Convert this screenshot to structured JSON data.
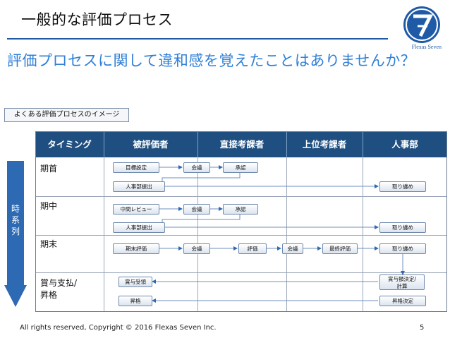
{
  "slide": {
    "title": "一般的な評価プロセス",
    "subtitle": "評価プロセスに関して違和感を覚えたことはありませんか？",
    "tag": "よくある評価プロセスのイメージ",
    "time_label": "時系列",
    "logo_text": "Flexas Seven",
    "footer": "All rights reserved, Copyright © 2016 Flexas Seven Inc.",
    "page_number": "5"
  },
  "table": {
    "headers": [
      "タイミング",
      "被評価者",
      "直接考課者",
      "上位考課者",
      "人事部"
    ],
    "phases": [
      "期首",
      "期中",
      "期末",
      "賞与支払/\n昇格"
    ],
    "boxes": {
      "start_goal": "目標設定",
      "start_meeting": "会議",
      "start_approve": "承認",
      "start_submit": "人事部提出",
      "start_receive": "取り纏め",
      "mid_review": "中間レビュー",
      "mid_meeting": "会議",
      "mid_approve": "承認",
      "mid_submit": "人事部提出",
      "mid_receive": "取り纏め",
      "end_eval": "期末評価",
      "end_meeting": "会議",
      "end_rating": "評価",
      "end_meeting2": "会議",
      "end_final": "最終評価",
      "end_receive": "取り纏め",
      "bonus_receive": "賞与受領",
      "bonus_decide": "賞与額決定/\n計算",
      "promo": "昇格",
      "promo_decide": "昇格決定"
    }
  },
  "colors": {
    "header_bg": "#1f4f80",
    "accent": "#2f7fd6",
    "arrow": "#2e6ab3"
  }
}
